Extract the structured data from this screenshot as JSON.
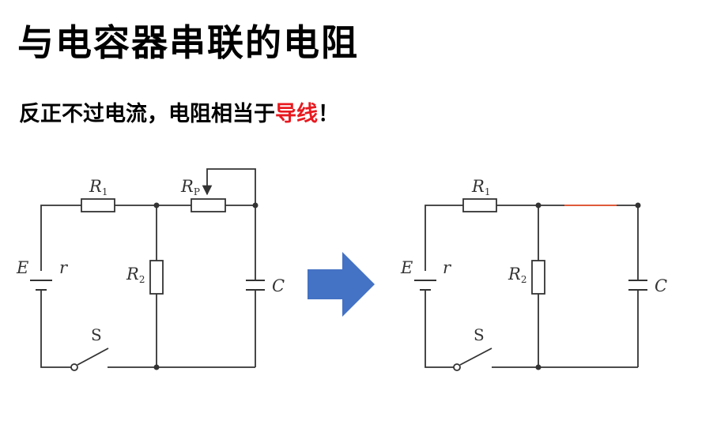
{
  "page": {
    "title": "与电容器串联的电阻",
    "subtitle_prefix": "反正不过电流，电阻相当于",
    "subtitle_highlight": "导线",
    "subtitle_suffix": "！"
  },
  "colors": {
    "arrow": "#4472c4",
    "highlight_text": "#e8191f",
    "replaced_wire": "#e05a3a",
    "circuit": "#333333"
  },
  "circuit_left": {
    "resistor_1": {
      "label": "R",
      "sub": "1"
    },
    "rheostat": {
      "label": "R",
      "sub": "P"
    },
    "resistor_2": {
      "label": "R",
      "sub": "2"
    },
    "capacitor": {
      "label": "C"
    },
    "source_emf": {
      "label": "E"
    },
    "source_internal": {
      "label": "r"
    },
    "switch": {
      "label": "S"
    }
  },
  "circuit_right": {
    "resistor_1": {
      "label": "R",
      "sub": "1"
    },
    "resistor_2": {
      "label": "R",
      "sub": "2"
    },
    "capacitor": {
      "label": "C"
    },
    "source_emf": {
      "label": "E"
    },
    "source_internal": {
      "label": "r"
    },
    "switch": {
      "label": "S"
    }
  }
}
